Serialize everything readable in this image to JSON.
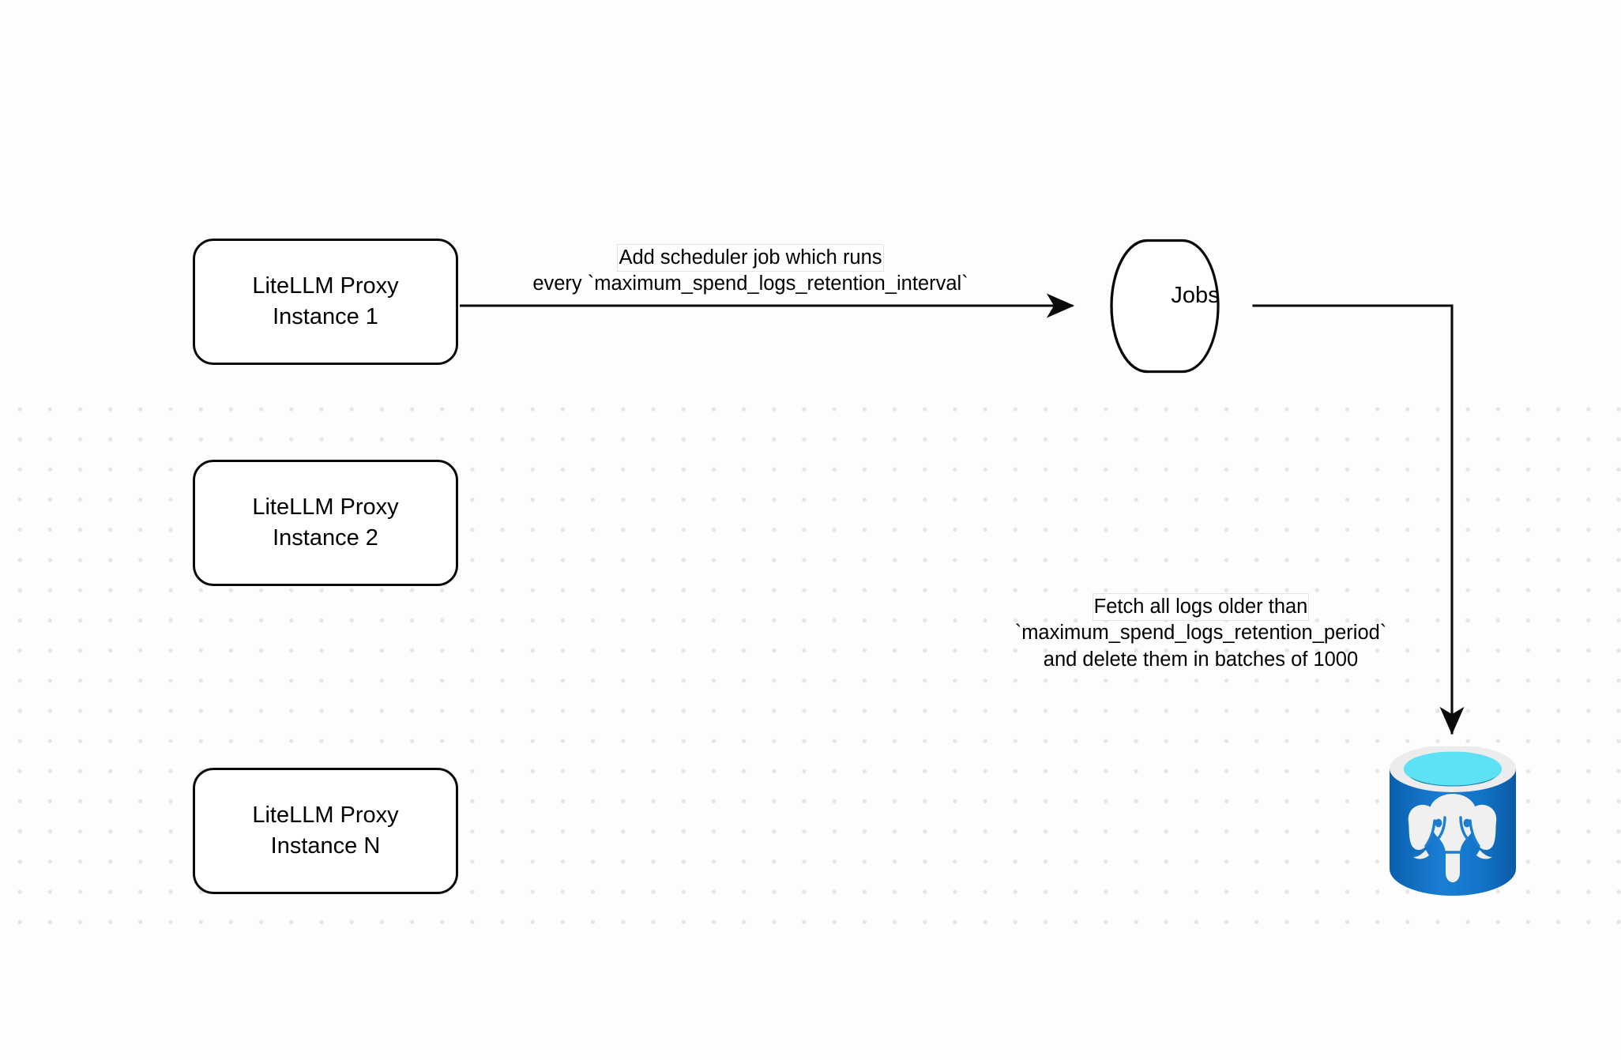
{
  "diagram": {
    "title": "LiteLLM Proxy spend logs retention scheduler flow",
    "background_color": "#fdfdfd",
    "stroke_color": "#0a0a0a",
    "grid_dot_color": "#e6e6e6"
  },
  "nodes": {
    "proxy_1": {
      "line1": "LiteLLM Proxy",
      "line2": "Instance 1"
    },
    "proxy_2": {
      "line1": "LiteLLM Proxy",
      "line2": "Instance 2"
    },
    "proxy_3": {
      "line1": "LiteLLM Proxy",
      "line2": "Instance N"
    },
    "jobs": {
      "label": "Jobs",
      "shape": "cylinder"
    },
    "database": {
      "label": "",
      "shape": "database-cylinder",
      "technology": "postgresql"
    }
  },
  "edges": {
    "proxy1_to_jobs": {
      "line1": "Add scheduler job which runs",
      "line2": "every `maximum_spend_logs_retention_interval`"
    },
    "jobs_to_database": {
      "line1": "Fetch all logs older than",
      "line2": "`maximum_spend_logs_retention_period`",
      "line3": "and delete them in batches of 1000"
    }
  },
  "colors": {
    "postgres_body_light": "#1a7fd4",
    "postgres_body_dark": "#0a5fae",
    "postgres_rim": "#ececec",
    "postgres_top_cyan": "#5ce1f5",
    "postgres_top_inner": "#1a80ad",
    "elephant": "#f0f0f0"
  }
}
